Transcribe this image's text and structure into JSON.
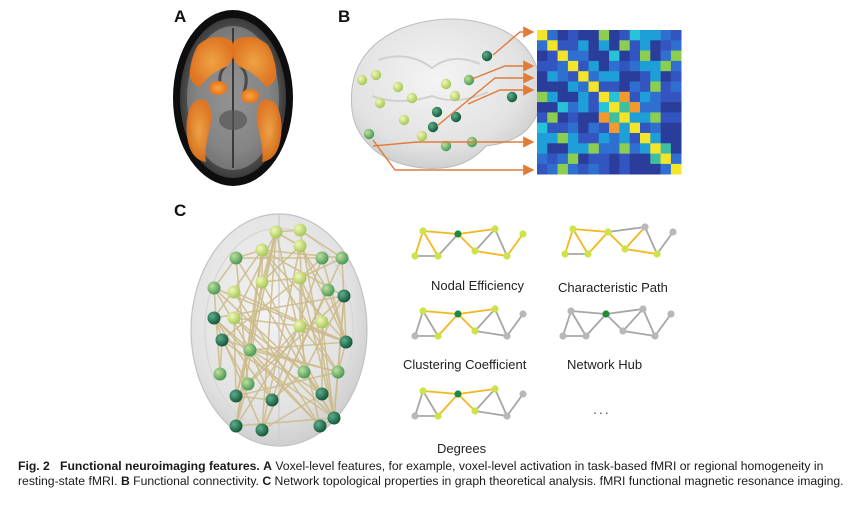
{
  "panels": {
    "a": {
      "label": "A"
    },
    "b": {
      "label": "B"
    },
    "c": {
      "label": "C"
    }
  },
  "graph_features": [
    {
      "key": "nodal",
      "label": "Nodal Efficiency"
    },
    {
      "key": "path",
      "label": "Characteristic Path"
    },
    {
      "key": "clustering",
      "label": "Clustering Coefficient"
    },
    {
      "key": "hub",
      "label": "Network Hub"
    },
    {
      "key": "degrees",
      "label": "Degrees"
    }
  ],
  "ellipsis": "...",
  "caption": {
    "fig": "Fig. 2",
    "title": "Functional neuroimaging features.",
    "a_letter": "A",
    "a_text": " Voxel-level features, for example, voxel-level activation in task-based fMRI or regional homogeneity in resting-state fMRI. ",
    "b_letter": "B",
    "b_text": " Functional connectivity. ",
    "c_letter": "C",
    "c_text": " Network topological properties in graph theoretical analysis. fMRI functional magnetic resonance imaging."
  },
  "colors": {
    "activation": "#f08a1c",
    "arrow": "#e07b3a",
    "matrix_low": "#2a3f9e",
    "matrix_high": "#f5e52a",
    "node_dark": "#1f6b4e",
    "node_light": "#c9e07a",
    "edge_yellow": "#f2b81c",
    "edge_gray": "#a6a6a6"
  }
}
